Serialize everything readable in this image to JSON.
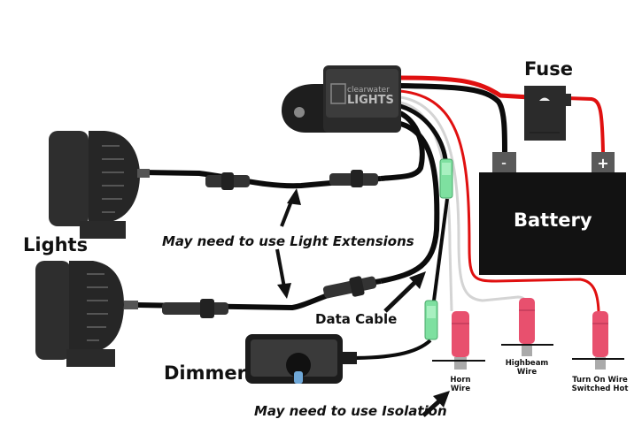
{
  "labels": {
    "fuse": "Fuse",
    "battery": "Battery",
    "lights": "Lights",
    "dimmer": "Dimmer",
    "data_cable": "Data Cable",
    "light_extensions_note": "May need to use Light Extensions",
    "isolation_note": "May need to use Isolation",
    "terminal_negative": "-",
    "terminal_positive": "+",
    "controller_brand_top": "clearwater",
    "controller_brand_bottom": "LIGHTS"
  },
  "wire_taps": [
    {
      "line1": "Horn",
      "line2": "Wire"
    },
    {
      "line1": "Highbeam",
      "line2": "Wire"
    },
    {
      "line1": "Turn On Wire",
      "line2": "Switched Hot"
    }
  ],
  "colors": {
    "red_wire": "#e01010",
    "black_wire": "#0c0c0c",
    "white_wire": "#d4d4d4",
    "connector_green": "#7ee0a0",
    "tap_pink": "#e8506e",
    "battery_body": "#121212",
    "terminal_gray": "#5a5a5a"
  }
}
